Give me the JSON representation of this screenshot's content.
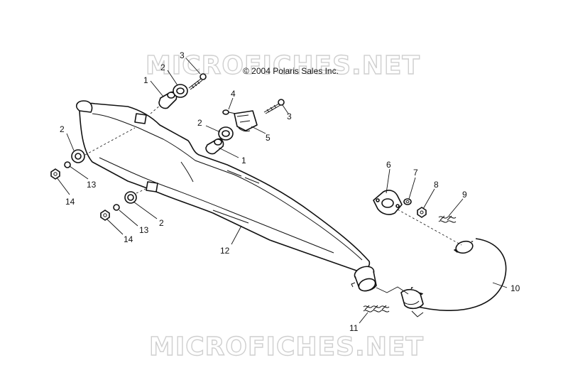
{
  "copyright": "© 2004 Polaris Sales Inc.",
  "watermark_top": "MICROFICHES.NET",
  "watermark_bottom": "MICROFICHES.NET",
  "callouts": {
    "c1a": "1",
    "c2a": "2",
    "c3a": "3",
    "c4": "4",
    "c3b": "3",
    "c2b": "2",
    "c5": "5",
    "c1b": "1",
    "c2c": "2",
    "c13a": "13",
    "c14a": "14",
    "c2d": "2",
    "c13b": "13",
    "c14b": "14",
    "c12": "12",
    "c6": "6",
    "c7": "7",
    "c8": "8",
    "c9": "9",
    "c10": "10",
    "c11": "11"
  }
}
